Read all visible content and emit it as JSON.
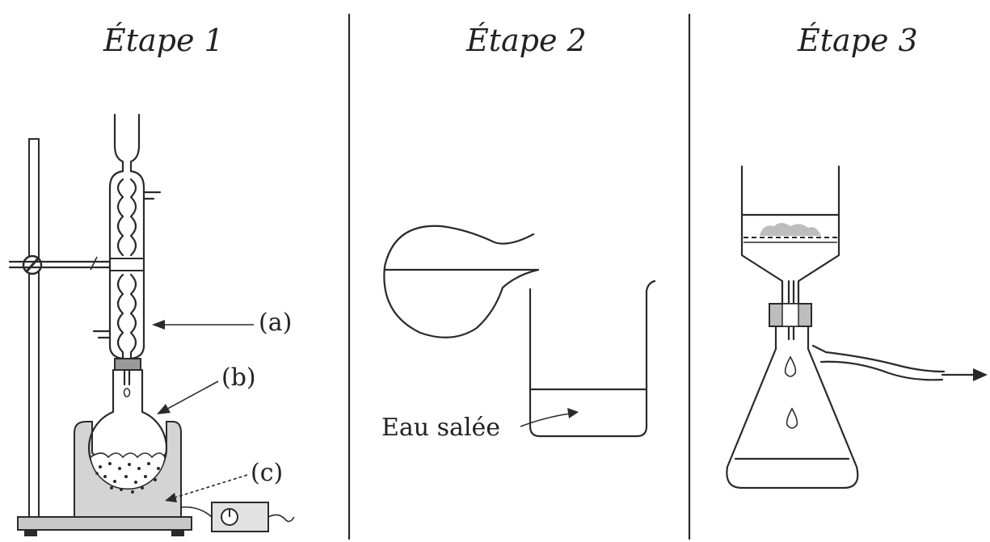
{
  "steps": [
    {
      "title": "Étape 1"
    },
    {
      "title": "Étape 2"
    },
    {
      "title": "Étape 3"
    }
  ],
  "labels": {
    "a": "(a)",
    "b": "(b)",
    "c": "(c)",
    "salt_water": "Eau salée"
  }
}
